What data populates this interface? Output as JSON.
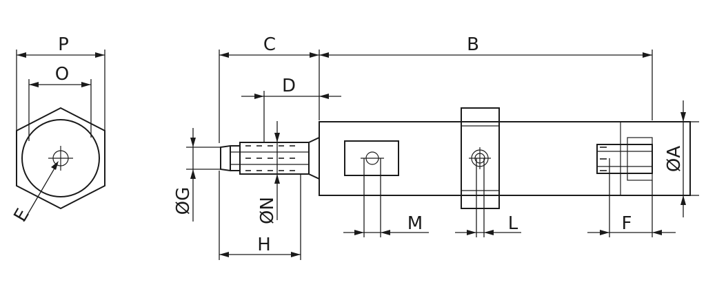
{
  "labels": {
    "P": "P",
    "O": "O",
    "E": "E",
    "C": "C",
    "B": "B",
    "D": "D",
    "G": "ØG",
    "N": "ØN",
    "H": "H",
    "M": "M",
    "L": "L",
    "F": "F",
    "A": "ØA"
  }
}
